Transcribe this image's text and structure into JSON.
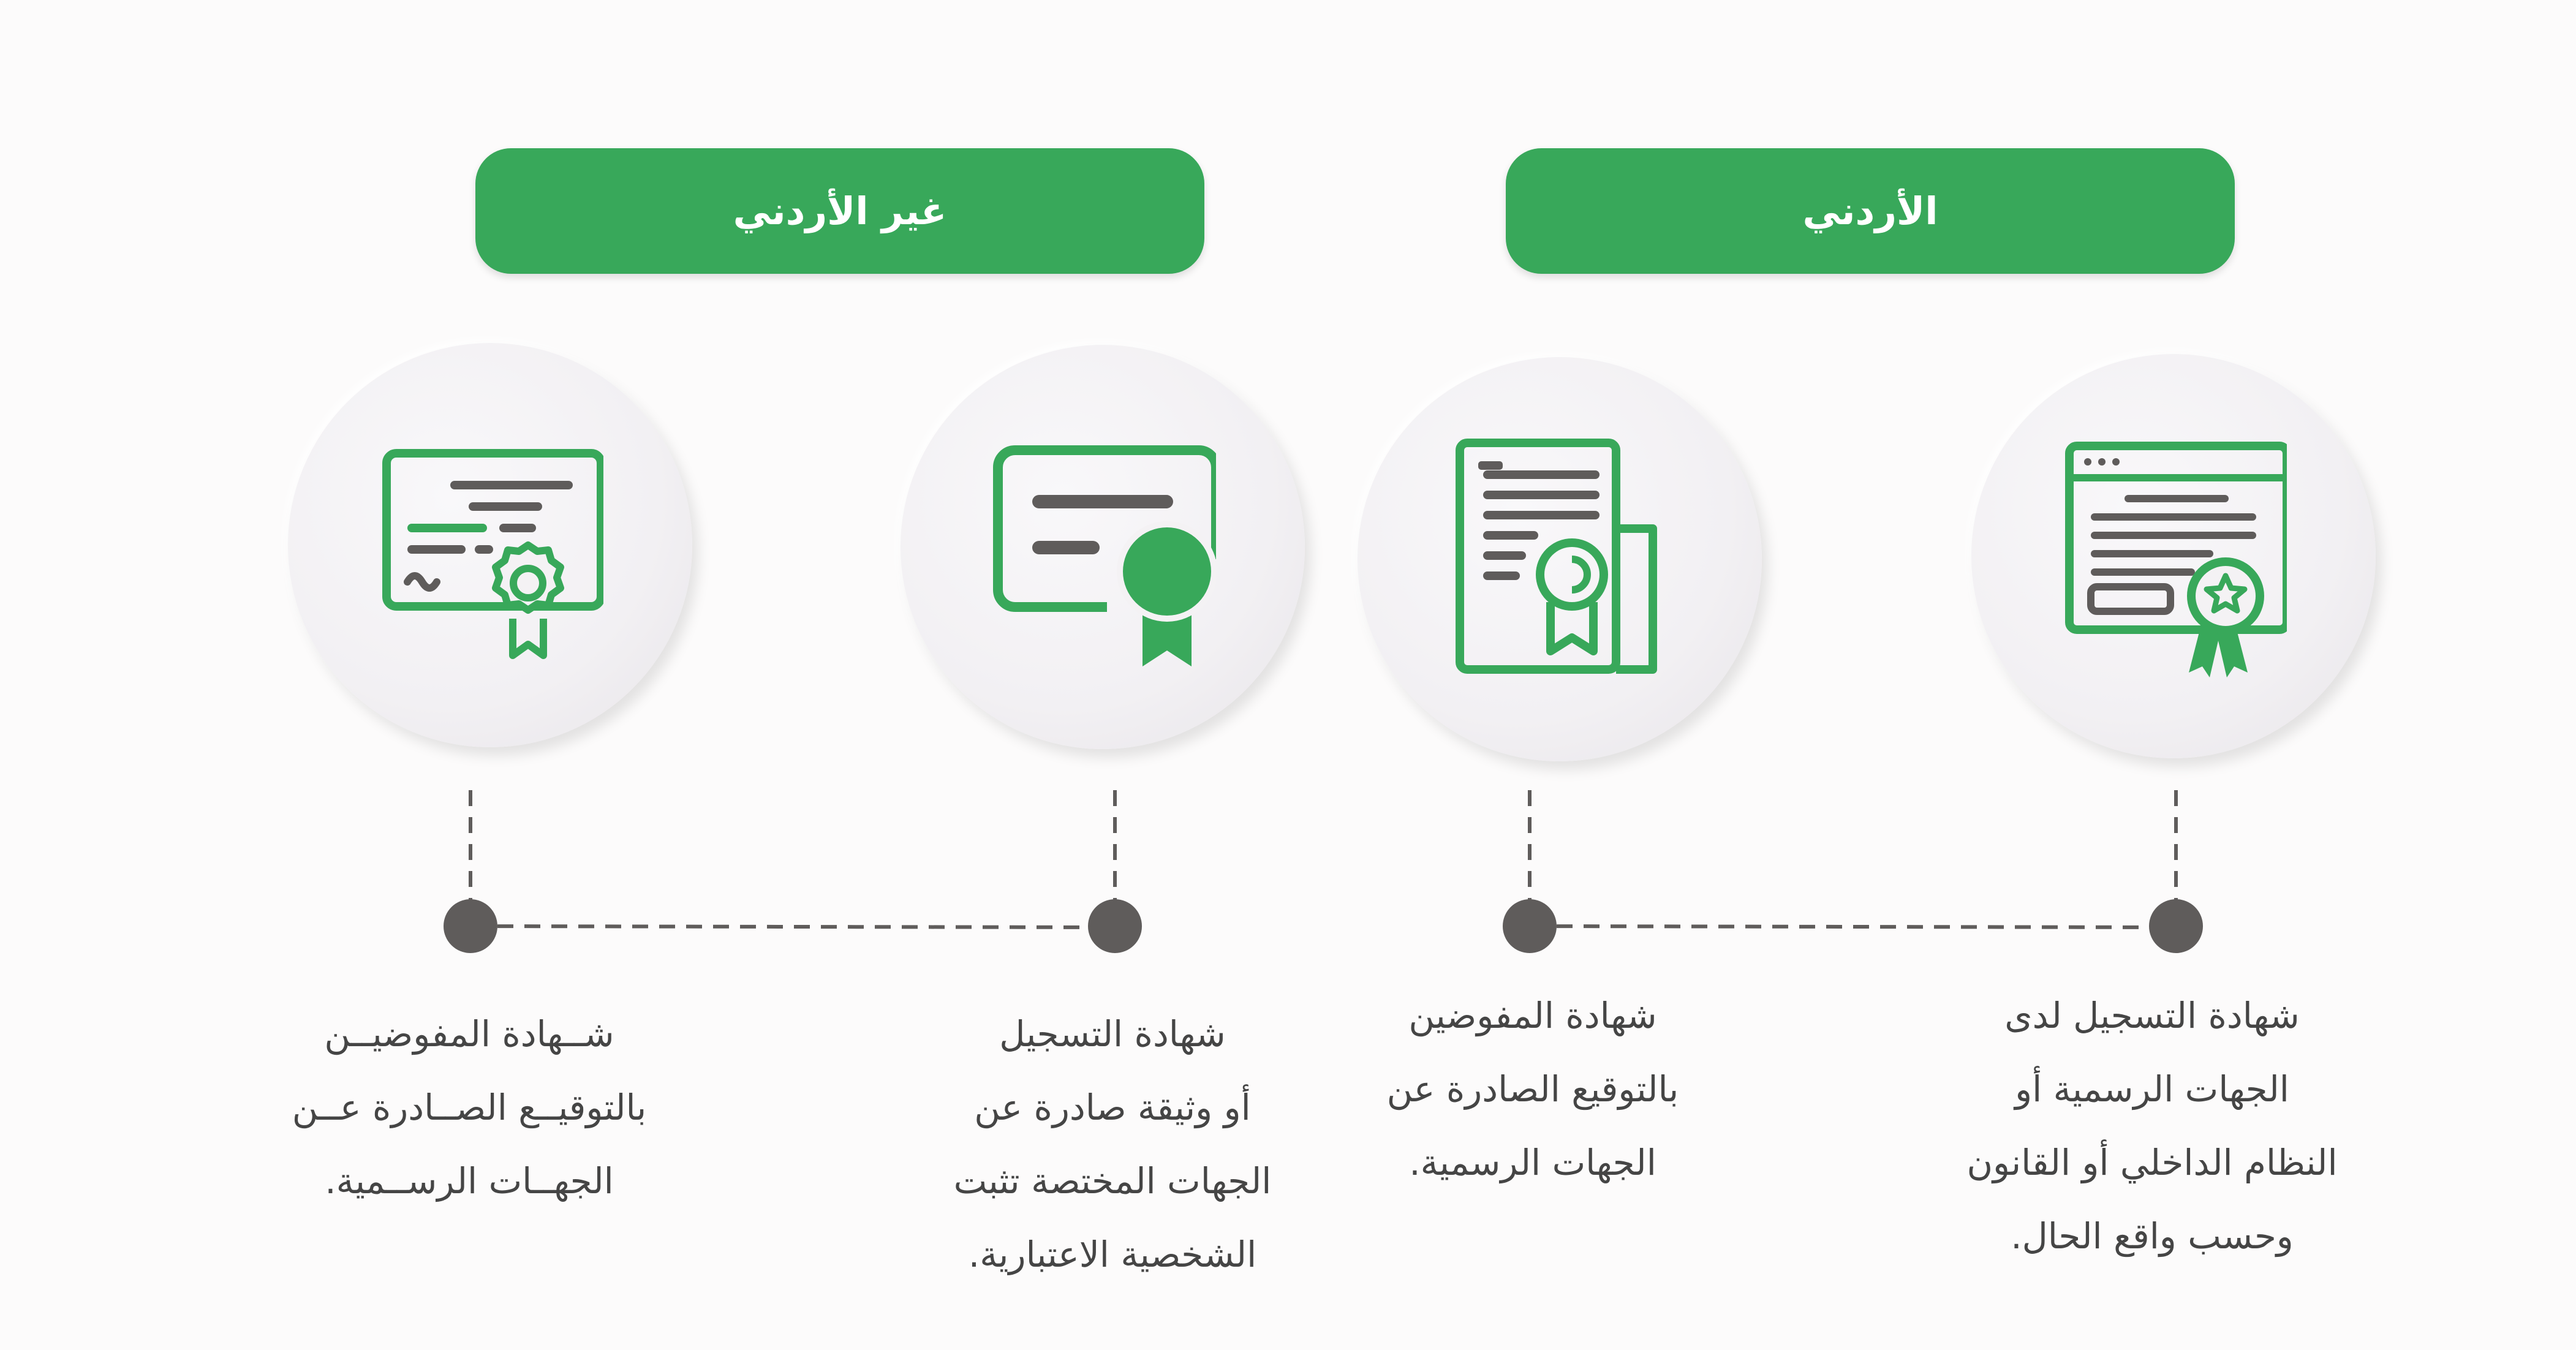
{
  "colors": {
    "green": "#38a85a",
    "dark_gray": "#5f5c5b",
    "text": "#454545",
    "background": "#fcfbfb"
  },
  "headers": {
    "non_jordanian": "غير الأردني",
    "jordanian": "الأردني"
  },
  "items": [
    {
      "icon": "certificate-seal-icon",
      "text": "شــهادة  المفوضيــن\nبالتوقيــع الصــادرة عــن\nالجهــات الرســمية."
    },
    {
      "icon": "certificate-ribbon-icon",
      "text": "شهادة التسجيل\nأو وثيقة صادرة عن\nالجهات المختصة تثبت\nالشخصية الاعتبارية."
    },
    {
      "icon": "document-seal-icon",
      "text": "شهادة المفوضين\nبالتوقيع الصادرة عن\nالجهات الرسمية."
    },
    {
      "icon": "web-certificate-icon",
      "text": "شهادة التسجيل لدى\nالجهات الرسمية أو\nالنظام الداخلي أو القانون\nوحسب واقع الحال."
    }
  ]
}
